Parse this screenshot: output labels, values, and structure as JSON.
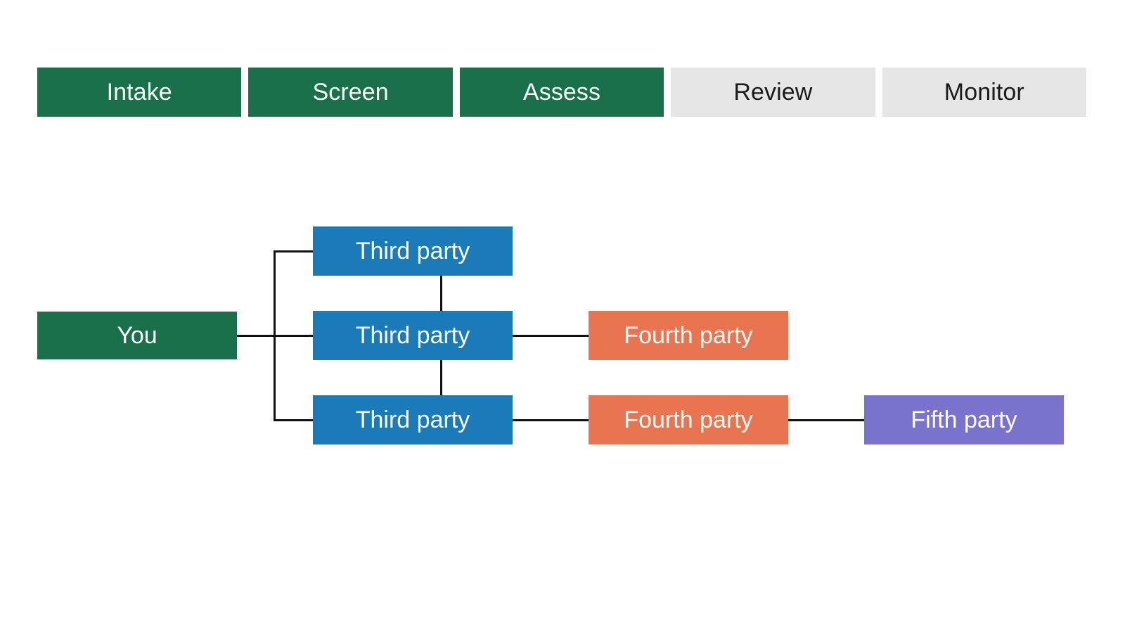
{
  "stage_bar": {
    "stages": [
      {
        "label": "Intake",
        "state": "done"
      },
      {
        "label": "Screen",
        "state": "done"
      },
      {
        "label": "Assess",
        "state": "done"
      },
      {
        "label": "Review",
        "state": "todo"
      },
      {
        "label": "Monitor",
        "state": "todo"
      }
    ],
    "colors": {
      "done_background": "#19704A",
      "done_text": "#FFFFFF",
      "todo_background": "#E6E6E6",
      "todo_text": "#1A1A1A"
    }
  },
  "graph": {
    "nodes": {
      "you": {
        "label": "You",
        "tier": "first",
        "color": "#19704A"
      },
      "third_1": {
        "label": "Third party",
        "tier": "third",
        "color": "#1B7AB8"
      },
      "third_2": {
        "label": "Third party",
        "tier": "third",
        "color": "#1B7AB8"
      },
      "third_3": {
        "label": "Third party",
        "tier": "third",
        "color": "#1B7AB8"
      },
      "fourth_1": {
        "label": "Fourth party",
        "tier": "fourth",
        "color": "#E8754F"
      },
      "fourth_2": {
        "label": "Fourth party",
        "tier": "fourth",
        "color": "#E8754F"
      },
      "fifth_1": {
        "label": "Fifth party",
        "tier": "fifth",
        "color": "#7A73CE"
      }
    },
    "edges": [
      {
        "from": "you",
        "to": "bus"
      },
      {
        "from": "bus",
        "to": "third_1"
      },
      {
        "from": "bus",
        "to": "third_2"
      },
      {
        "from": "bus",
        "to": "third_3"
      },
      {
        "from": "third_1",
        "to": "third_2"
      },
      {
        "from": "third_2",
        "to": "third_3"
      },
      {
        "from": "third_2",
        "to": "fourth_1"
      },
      {
        "from": "third_3",
        "to": "fourth_2"
      },
      {
        "from": "fourth_2",
        "to": "fifth_1"
      }
    ],
    "edge_color": "#111111"
  },
  "canvas": {
    "background": "#FFFFFF"
  }
}
